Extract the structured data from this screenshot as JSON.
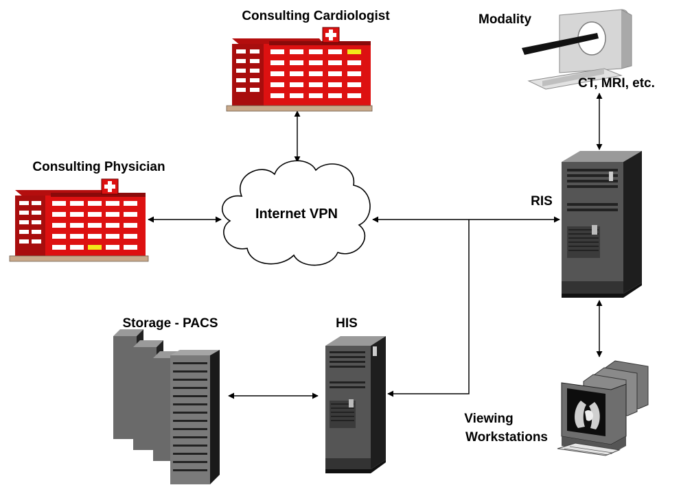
{
  "labels": {
    "cardiologist": "Consulting Cardiologist",
    "physician": "Consulting Physician",
    "modality": "Modality",
    "modality_types": "CT, MRI, etc.",
    "internet": "Internet VPN",
    "ris": "RIS",
    "storage": "Storage - PACS",
    "his": "HIS",
    "viewing_line1": "Viewing",
    "viewing_line2": "Workstations"
  },
  "colors": {
    "hospital_red": "#dd1111",
    "hospital_dark": "#8a0a0a",
    "window": "#ffffff",
    "server_dark": "#1a1a1a",
    "server_mid": "#555555",
    "server_light": "#9a9a9a",
    "modality_gray": "#cfcfcf",
    "line": "#000000"
  },
  "nodes": [
    {
      "id": "cardiologist",
      "kind": "hospital-icon"
    },
    {
      "id": "physician",
      "kind": "hospital-icon"
    },
    {
      "id": "modality",
      "kind": "ct-scanner-icon"
    },
    {
      "id": "internet",
      "kind": "cloud-icon"
    },
    {
      "id": "ris",
      "kind": "server-tower-icon"
    },
    {
      "id": "storage",
      "kind": "server-rack-icon"
    },
    {
      "id": "his",
      "kind": "server-tower-icon"
    },
    {
      "id": "workstations",
      "kind": "monitor-icon"
    }
  ],
  "connections": [
    {
      "from": "cardiologist",
      "to": "internet",
      "bidirectional": true
    },
    {
      "from": "physician",
      "to": "internet",
      "bidirectional": true
    },
    {
      "from": "internet",
      "to": "ris",
      "bidirectional": true
    },
    {
      "from": "internet",
      "to": "his",
      "bidirectional": false
    },
    {
      "from": "modality",
      "to": "ris",
      "bidirectional": true
    },
    {
      "from": "ris",
      "to": "workstations",
      "bidirectional": true
    },
    {
      "from": "storage",
      "to": "his",
      "bidirectional": true
    }
  ]
}
